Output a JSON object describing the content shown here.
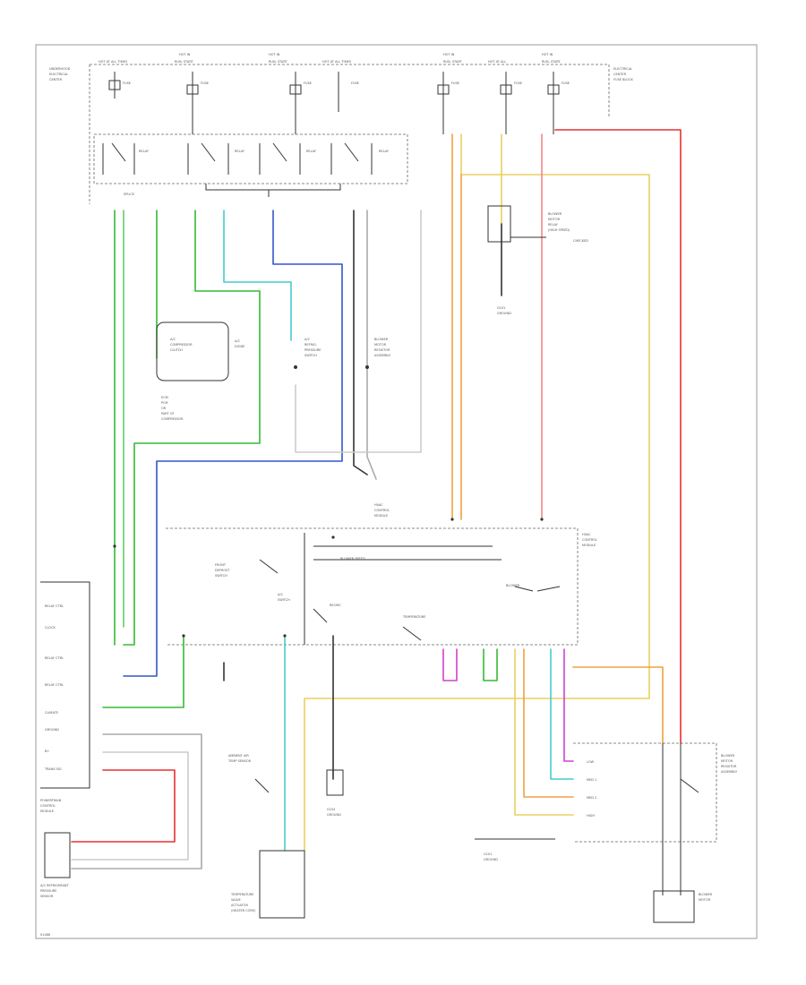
{
  "diagram": {
    "figure_code": "01488",
    "wire_colors": {
      "green": "#33bb33",
      "light_green": "#66cc66",
      "blue": "#3355cc",
      "cyan": "#44cccc",
      "orange": "#f0a040",
      "yellow": "#e8d060",
      "red": "#e83030",
      "pink": "#ee8888",
      "magenta": "#d040d0",
      "black": "#333333",
      "gray": "#aaaaaa",
      "light_gray": "#cccccc"
    },
    "module_pin_labels": [
      "RELAY CTRL",
      "CLOCK",
      "RELAY CTRL",
      "RELAY CTRL",
      "CLIMATE",
      "GROUND",
      "B+",
      "TRANS SIG"
    ]
  }
}
